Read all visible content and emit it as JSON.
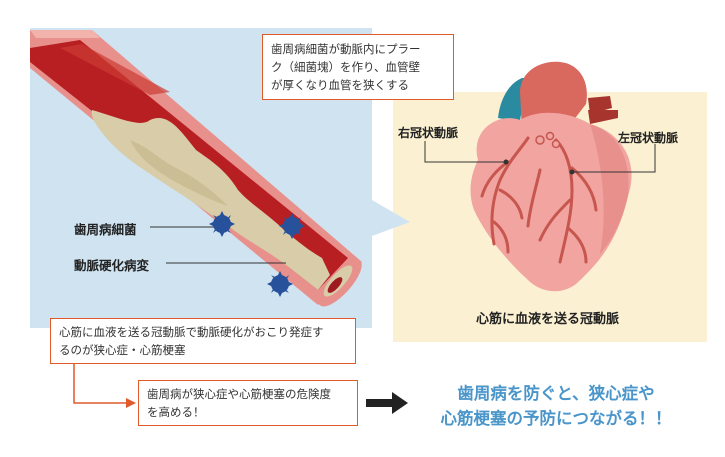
{
  "callouts": {
    "bacteria_plaque": [
      "歯周病細菌が動脈内にプラー",
      "ク（細菌塊）を作り、血管壁",
      "が厚くなり血管を狭くする"
    ],
    "coronary_disease": [
      "心筋に血液を送る冠動脈で動脈硬化がおこり発症す",
      "るのが狭心症・心筋梗塞"
    ],
    "increase_risk": [
      "歯周病が狭心症や心筋梗塞の危険度",
      "を高める！"
    ]
  },
  "vessel_labels": {
    "bacteria": "歯周病細菌",
    "atherosclerosis": "動脈硬化病変"
  },
  "heart_labels": {
    "right_coronary": "右冠状動脈",
    "left_coronary": "左冠状動脈",
    "caption": "心筋に血液を送る冠動脈"
  },
  "conclusion": [
    "歯周病を防ぐと、狭心症や",
    "心筋梗塞の予防につながる！！"
  ],
  "colors": {
    "accent_line": "#e05a2b",
    "conclusion_text": "#4a95c9",
    "blue_bg": "#cfe3f1",
    "heart_bg": "#fbf1d2",
    "vessel_wall": "#e8918c",
    "blood": "#b81f22",
    "plaque": "#d8cda8",
    "bacteria": "#27519a"
  }
}
